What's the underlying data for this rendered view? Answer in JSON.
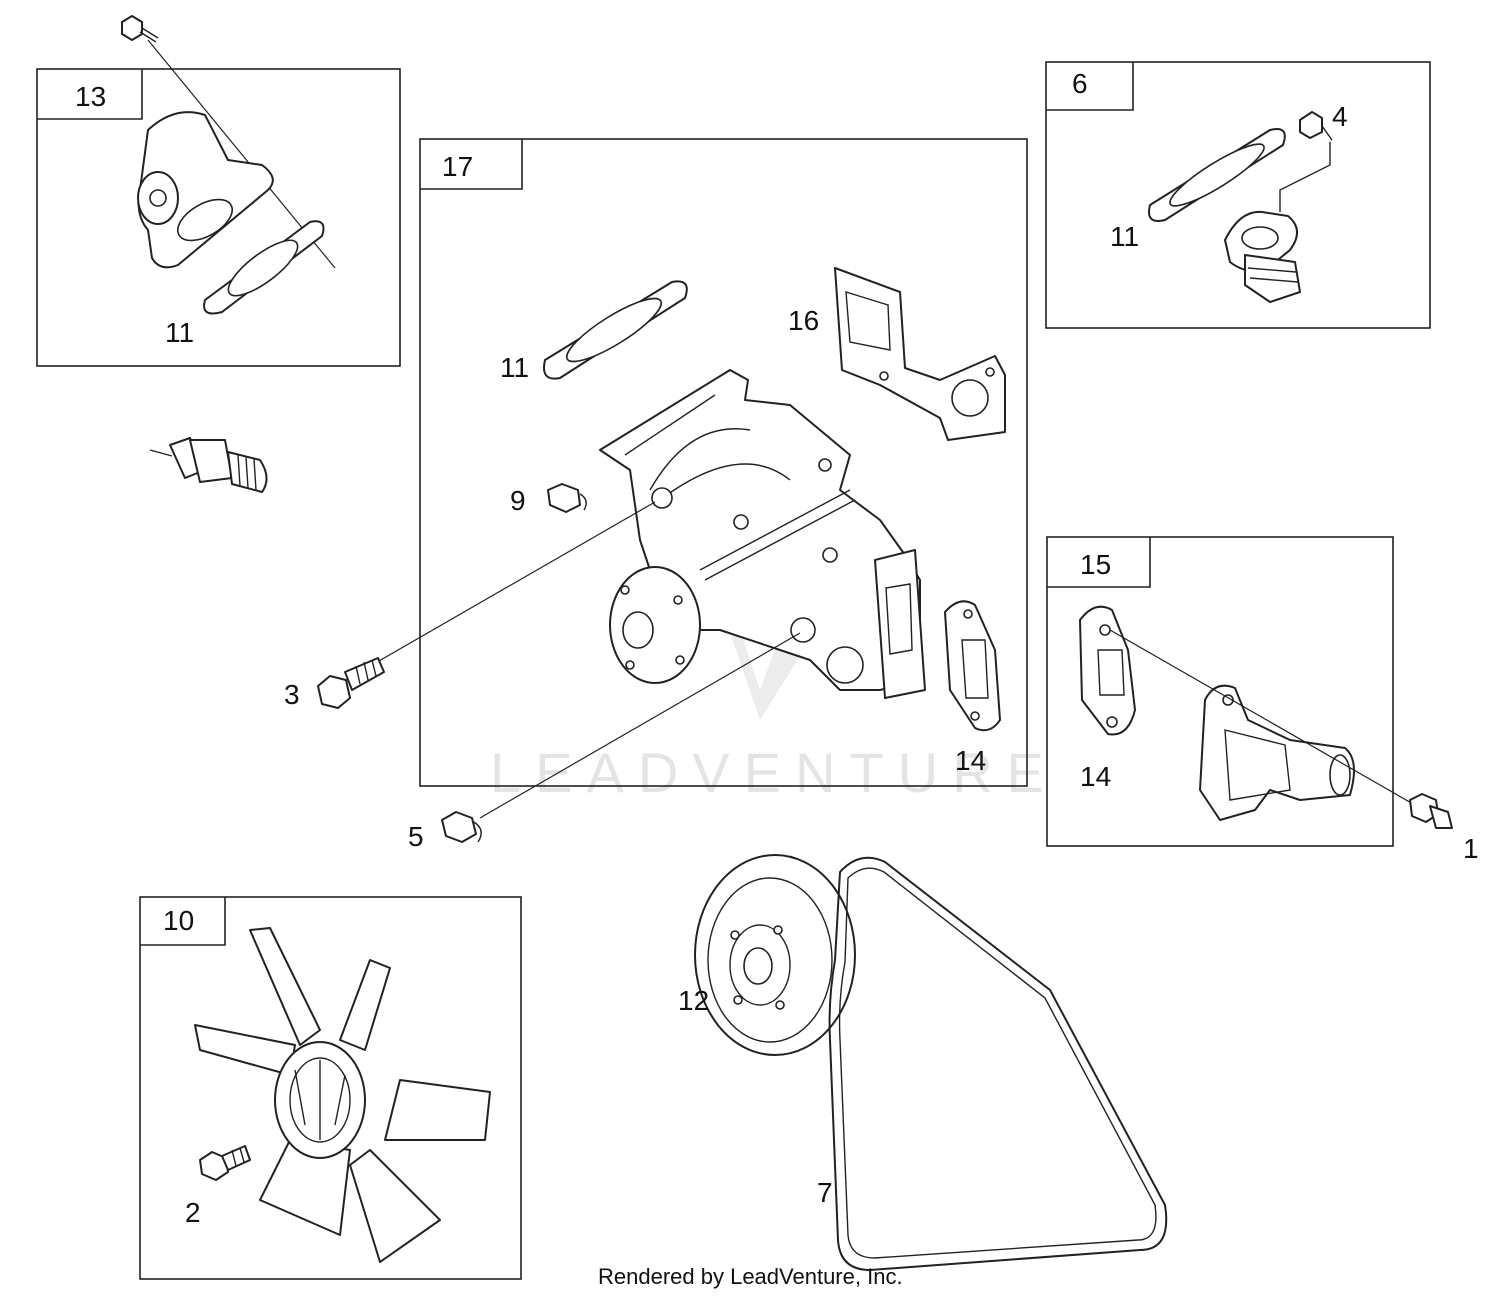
{
  "diagram": {
    "group_labels": {
      "g13": "13",
      "g17": "17",
      "g6": "6",
      "g15": "15",
      "g10": "10"
    },
    "callouts": {
      "c13_11": "11",
      "c17_11": "11",
      "c17_16": "16",
      "c17_9": "9",
      "c17_14": "14",
      "c6_4": "4",
      "c6_11": "11",
      "c15_14": "14",
      "c_3": "3",
      "c_5": "5",
      "c_1": "1",
      "c_12": "12",
      "c_7": "7",
      "c_2": "2"
    },
    "watermark": "LEADVENTURE",
    "credit": "Rendered by LeadVenture, Inc."
  }
}
